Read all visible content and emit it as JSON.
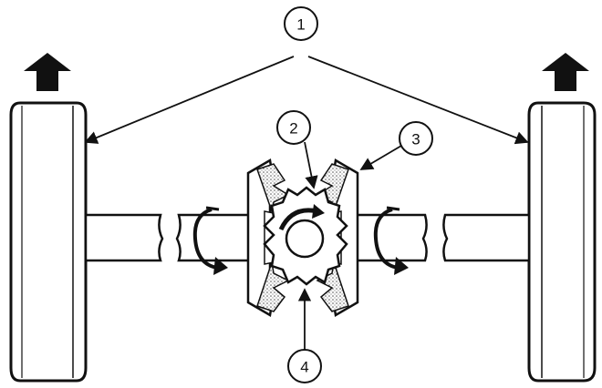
{
  "callouts": {
    "c1": "1",
    "c2": "2",
    "c3": "3",
    "c4": "4"
  },
  "colors": {
    "ink": "#111111",
    "paper": "#ffffff",
    "stipple": "#9a9a9a"
  },
  "icons": [
    "up-arrow-icon",
    "rotation-arrow-icon"
  ]
}
